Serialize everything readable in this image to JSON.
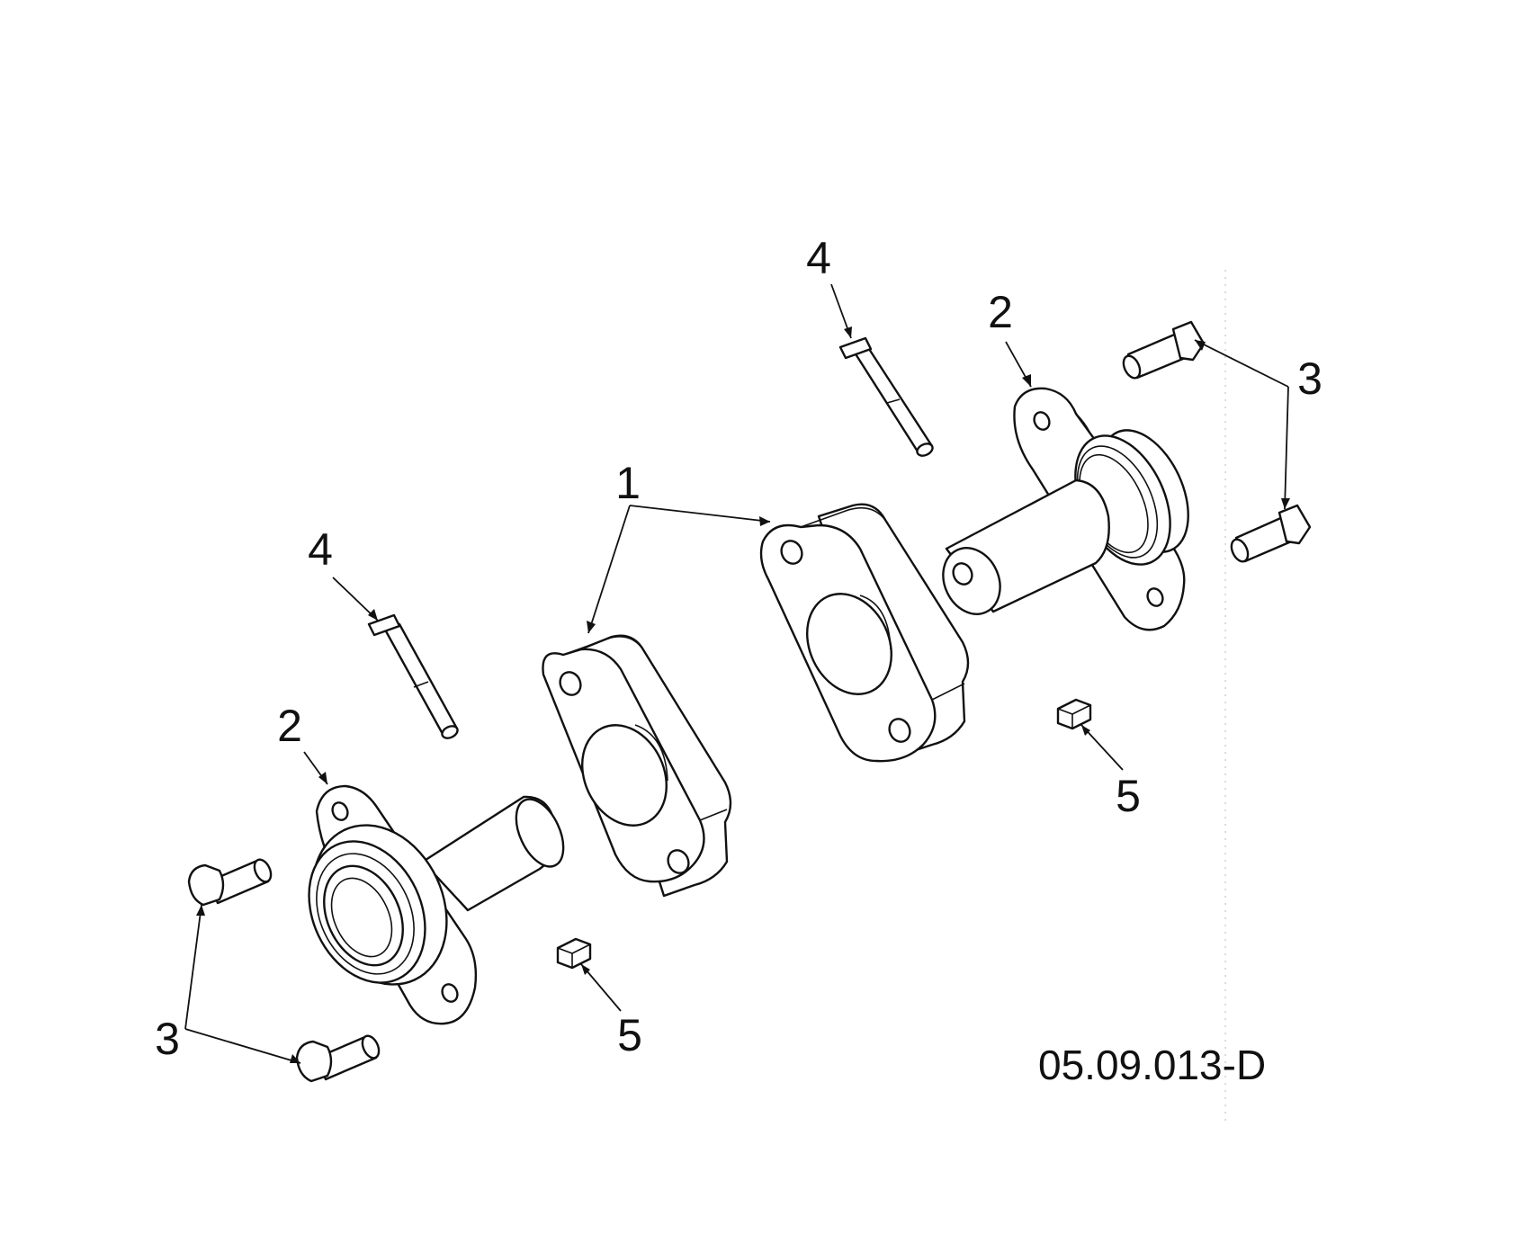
{
  "callouts": {
    "spacer": "1",
    "bearing_upper": "2",
    "bearing_lower": "2",
    "bolts_right": "3",
    "bolts_left": "3",
    "stud_upper": "4",
    "stud_lower": "4",
    "nut_right": "5",
    "nut_left": "5"
  },
  "drawing_code": "05.09.013-D",
  "colors": {
    "line": "#111111",
    "background": "#ffffff"
  }
}
